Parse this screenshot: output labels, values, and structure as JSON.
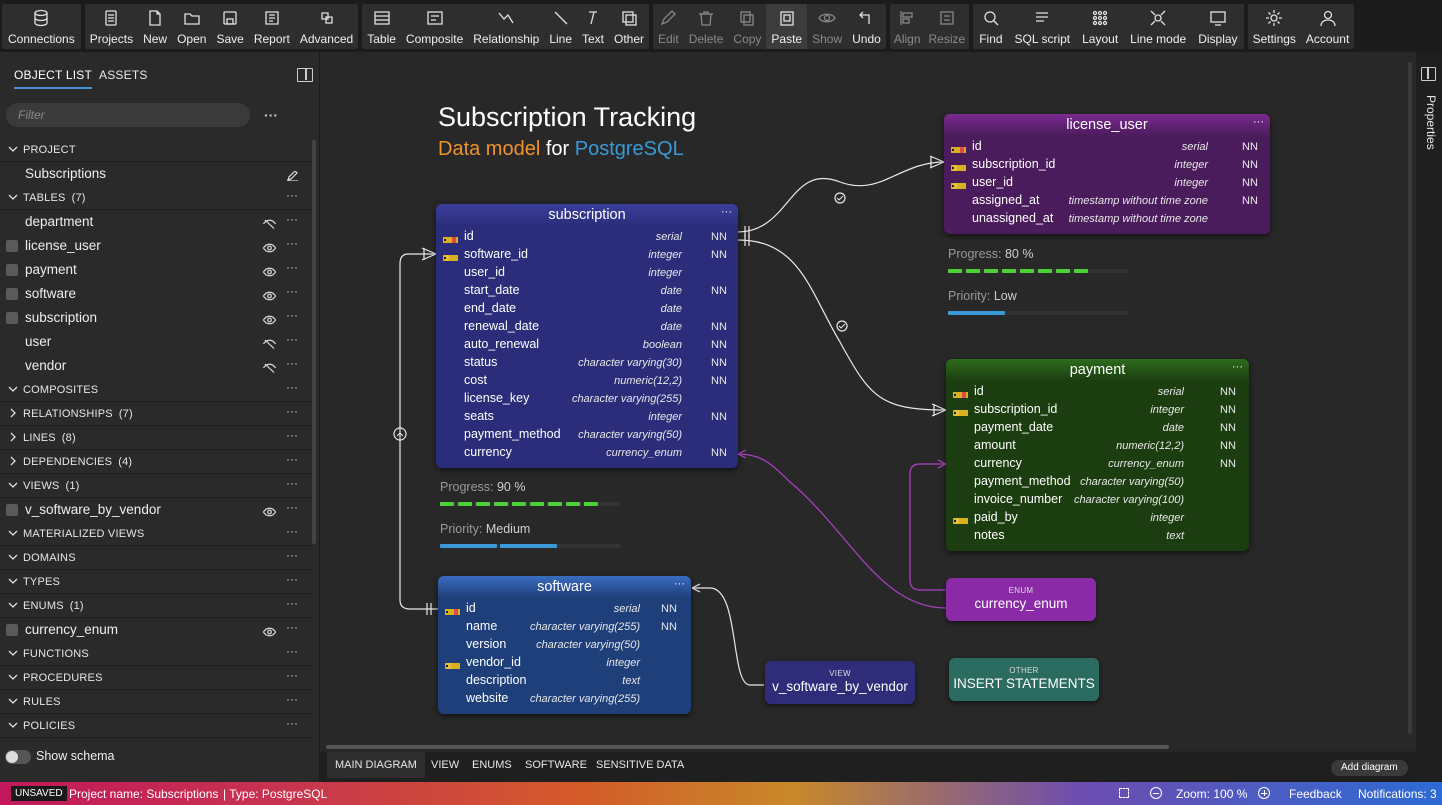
{
  "toolbar": {
    "groups": [
      [
        {
          "label": "Connections",
          "icon": "database-icon"
        }
      ],
      [
        {
          "label": "Projects",
          "icon": "projects-icon"
        },
        {
          "label": "New",
          "icon": "new-file-icon"
        },
        {
          "label": "Open",
          "icon": "folder-open-icon"
        },
        {
          "label": "Save",
          "icon": "save-icon"
        },
        {
          "label": "Report",
          "icon": "report-icon"
        },
        {
          "label": "Advanced",
          "icon": "advanced-icon"
        }
      ],
      [
        {
          "label": "Table",
          "icon": "table-icon"
        },
        {
          "label": "Composite",
          "icon": "composite-icon"
        },
        {
          "label": "Relationship",
          "icon": "relationship-icon"
        },
        {
          "label": "Line",
          "icon": "line-icon"
        },
        {
          "label": "Text",
          "icon": "text-icon"
        },
        {
          "label": "Other",
          "icon": "other-icon"
        }
      ],
      [
        {
          "label": "Edit",
          "icon": "edit-icon",
          "disabled": true
        },
        {
          "label": "Delete",
          "icon": "delete-icon",
          "disabled": true
        },
        {
          "label": "Copy",
          "icon": "copy-icon",
          "disabled": true
        },
        {
          "label": "Paste",
          "icon": "paste-icon"
        },
        {
          "label": "Show",
          "icon": "eye-icon",
          "disabled": true
        },
        {
          "label": "Undo",
          "icon": "undo-icon"
        }
      ],
      [
        {
          "label": "Align",
          "icon": "align-icon",
          "disabled": true
        },
        {
          "label": "Resize",
          "icon": "resize-icon",
          "disabled": true
        }
      ],
      [
        {
          "label": "Find",
          "icon": "search-icon"
        },
        {
          "label": "SQL script",
          "icon": "sql-script-icon"
        },
        {
          "label": "Layout",
          "icon": "layout-icon"
        },
        {
          "label": "Line mode",
          "icon": "line-mode-icon"
        },
        {
          "label": "Display",
          "icon": "display-icon"
        }
      ],
      [
        {
          "label": "Settings",
          "icon": "gear-icon"
        },
        {
          "label": "Account",
          "icon": "account-icon"
        }
      ]
    ]
  },
  "sidebar": {
    "tabs": [
      "OBJECT LIST",
      "ASSETS"
    ],
    "filter_placeholder": "Filter",
    "tree": [
      {
        "type": "section",
        "label": "PROJECT",
        "count": ""
      },
      {
        "type": "item",
        "label": "Subscriptions",
        "icon": "pencil-icon",
        "check": false
      },
      {
        "type": "section",
        "label": "TABLES",
        "count": "(7)"
      },
      {
        "type": "item",
        "label": "department",
        "icon": "eye-off-icon",
        "check": false
      },
      {
        "type": "item",
        "label": "license_user",
        "icon": "eye-icon",
        "check": true
      },
      {
        "type": "item",
        "label": "payment",
        "icon": "eye-icon",
        "check": true
      },
      {
        "type": "item",
        "label": "software",
        "icon": "eye-icon",
        "check": true
      },
      {
        "type": "item",
        "label": "subscription",
        "icon": "eye-icon",
        "check": true
      },
      {
        "type": "item",
        "label": "user",
        "icon": "eye-off-icon",
        "check": false
      },
      {
        "type": "item",
        "label": "vendor",
        "icon": "eye-off-icon",
        "check": false
      },
      {
        "type": "section",
        "label": "COMPOSITES",
        "count": ""
      },
      {
        "type": "section-c",
        "label": "RELATIONSHIPS",
        "count": "(7)"
      },
      {
        "type": "section-c",
        "label": "LINES",
        "count": "(8)"
      },
      {
        "type": "section-c",
        "label": "DEPENDENCIES",
        "count": "(4)"
      },
      {
        "type": "section",
        "label": "VIEWS",
        "count": "(1)"
      },
      {
        "type": "item",
        "label": "v_software_by_vendor",
        "icon": "eye-icon",
        "check": true
      },
      {
        "type": "section",
        "label": "MATERIALIZED VIEWS",
        "count": ""
      },
      {
        "type": "section",
        "label": "DOMAINS",
        "count": ""
      },
      {
        "type": "section",
        "label": "TYPES",
        "count": ""
      },
      {
        "type": "section",
        "label": "ENUMS",
        "count": "(1)"
      },
      {
        "type": "item",
        "label": "currency_enum",
        "icon": "eye-icon",
        "check": true
      },
      {
        "type": "section",
        "label": "FUNCTIONS",
        "count": ""
      },
      {
        "type": "section",
        "label": "PROCEDURES",
        "count": ""
      },
      {
        "type": "section",
        "label": "RULES",
        "count": ""
      },
      {
        "type": "section",
        "label": "POLICIES",
        "count": ""
      }
    ],
    "show_schema": "Show schema"
  },
  "diagram": {
    "title": "Subscription Tracking",
    "subtitle_a": "Data model",
    "subtitle_b": "for",
    "subtitle_c": "PostgreSQL",
    "tables": [
      {
        "id": "subscription",
        "name": "subscription",
        "color": "#2b2d7a",
        "header": "#3a3f9c",
        "columns": [
          {
            "n": "id",
            "t": "serial",
            "nn": "NN",
            "k": "pk"
          },
          {
            "n": "software_id",
            "t": "integer",
            "nn": "NN",
            "k": "fk"
          },
          {
            "n": "user_id",
            "t": "integer",
            "nn": "",
            "k": ""
          },
          {
            "n": "start_date",
            "t": "date",
            "nn": "NN",
            "k": ""
          },
          {
            "n": "end_date",
            "t": "date",
            "nn": "",
            "k": ""
          },
          {
            "n": "renewal_date",
            "t": "date",
            "nn": "NN",
            "k": ""
          },
          {
            "n": "auto_renewal",
            "t": "boolean",
            "nn": "NN",
            "k": ""
          },
          {
            "n": "status",
            "t": "character varying(30)",
            "nn": "NN",
            "k": ""
          },
          {
            "n": "cost",
            "t": "numeric(12,2)",
            "nn": "NN",
            "k": ""
          },
          {
            "n": "license_key",
            "t": "character varying(255)",
            "nn": "",
            "k": ""
          },
          {
            "n": "seats",
            "t": "integer",
            "nn": "NN",
            "k": ""
          },
          {
            "n": "payment_method",
            "t": "character varying(50)",
            "nn": "",
            "k": ""
          },
          {
            "n": "currency",
            "t": "currency_enum",
            "nn": "NN",
            "k": ""
          }
        ]
      },
      {
        "id": "license_user",
        "name": "license_user",
        "color": "#4b1c5c",
        "header": "#7a2a8f",
        "columns": [
          {
            "n": "id",
            "t": "serial",
            "nn": "NN",
            "k": "pk"
          },
          {
            "n": "subscription_id",
            "t": "integer",
            "nn": "NN",
            "k": "fk"
          },
          {
            "n": "user_id",
            "t": "integer",
            "nn": "NN",
            "k": "fk"
          },
          {
            "n": "assigned_at",
            "t": "timestamp without time zone",
            "nn": "NN",
            "k": ""
          },
          {
            "n": "unassigned_at",
            "t": "timestamp without time zone",
            "nn": "",
            "k": ""
          }
        ]
      },
      {
        "id": "payment",
        "name": "payment",
        "color": "#1c3d10",
        "header": "#2d6b1d",
        "columns": [
          {
            "n": "id",
            "t": "serial",
            "nn": "NN",
            "k": "pk"
          },
          {
            "n": "subscription_id",
            "t": "integer",
            "nn": "NN",
            "k": "fk"
          },
          {
            "n": "payment_date",
            "t": "date",
            "nn": "NN",
            "k": ""
          },
          {
            "n": "amount",
            "t": "numeric(12,2)",
            "nn": "NN",
            "k": ""
          },
          {
            "n": "currency",
            "t": "currency_enum",
            "nn": "NN",
            "k": ""
          },
          {
            "n": "payment_method",
            "t": "character varying(50)",
            "nn": "",
            "k": ""
          },
          {
            "n": "invoice_number",
            "t": "character varying(100)",
            "nn": "",
            "k": ""
          },
          {
            "n": "paid_by",
            "t": "integer",
            "nn": "",
            "k": "fk"
          },
          {
            "n": "notes",
            "t": "text",
            "nn": "",
            "k": ""
          }
        ]
      },
      {
        "id": "software",
        "name": "software",
        "color": "#1e3f7a",
        "header": "#3a6cc0",
        "columns": [
          {
            "n": "id",
            "t": "serial",
            "nn": "NN",
            "k": "pk"
          },
          {
            "n": "name",
            "t": "character varying(255)",
            "nn": "NN",
            "k": ""
          },
          {
            "n": "version",
            "t": "character varying(50)",
            "nn": "",
            "k": ""
          },
          {
            "n": "vendor_id",
            "t": "integer",
            "nn": "",
            "k": "fk"
          },
          {
            "n": "description",
            "t": "text",
            "nn": "",
            "k": ""
          },
          {
            "n": "website",
            "t": "character varying(255)",
            "nn": "",
            "k": ""
          }
        ]
      }
    ],
    "meta": {
      "subscription": {
        "progress_label": "Progress:",
        "progress_value": "90 %",
        "progress": 0.9,
        "priority_label": "Priority:",
        "priority_value": "Medium"
      },
      "license_user": {
        "progress_label": "Progress:",
        "progress_value": "80 %",
        "progress": 0.8,
        "priority_label": "Priority:",
        "priority_value": "Low"
      }
    },
    "objects": [
      {
        "id": "currency_enum",
        "type": "ENUM",
        "name": "currency_enum",
        "color": "#8a2aa6"
      },
      {
        "id": "view",
        "type": "VIEW",
        "name": "v_software_by_vendor",
        "color": "#2f2d7a"
      },
      {
        "id": "other",
        "type": "OTHER",
        "name": "INSERT STATEMENTS",
        "color": "#2b6b60"
      }
    ]
  },
  "bottom_tabs": [
    "MAIN DIAGRAM",
    "VIEW",
    "ENUMS",
    "SOFTWARE",
    "SENSITIVE DATA"
  ],
  "add_diagram": "Add diagram",
  "properties_label": "Properties",
  "status": {
    "unsaved": "UNSAVED",
    "project": "Project name: Subscriptions",
    "type": "| Type: PostgreSQL",
    "zoom": "Zoom: 100 %",
    "feedback": "Feedback",
    "notifications": "Notifications: 3"
  },
  "colors": {
    "accent": "#4a90d9",
    "progress_green": "#4cd137",
    "priority_blue": "#3a9ad9",
    "enum_line": "#b040c8",
    "orange": "#f0932b",
    "blue": "#3a9ad9"
  }
}
